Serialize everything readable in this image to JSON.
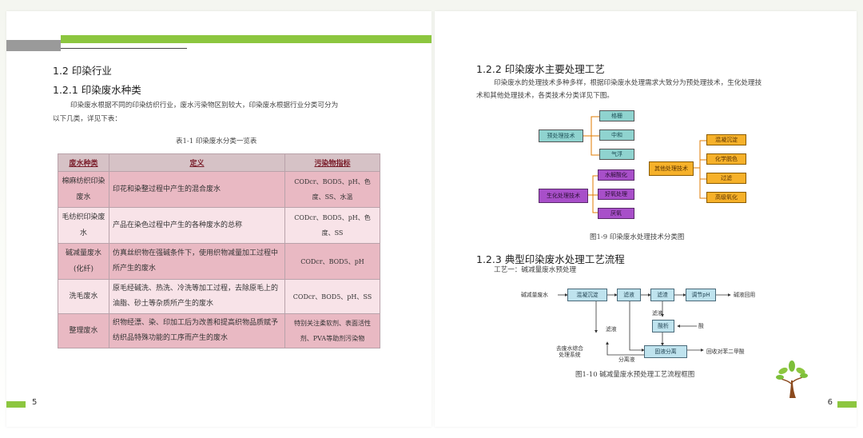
{
  "left_page": {
    "section_title": "1.2  印染行业",
    "subsection_title": "1.2.1  印染废水种类",
    "intro": [
      "印染废水根据不同的印染纺织行业，废水污染物区别较大，印染废水根据行业分类可分为",
      "以下几类，详见下表："
    ],
    "table_caption": "表1-1  印染废水分类一览表",
    "table": {
      "headers": [
        "废水种类",
        "定义",
        "污染物指标"
      ],
      "rows": [
        {
          "type": "棉麻纺织印染废水",
          "definition": "印花和染整过程中产生的混合废水",
          "pollutants": "CODcr、BOD5、pH、色度、SS、水温"
        },
        {
          "type": "毛纺织印染废水",
          "definition": "产品在染色过程中产生的各种废水的总称",
          "pollutants": "CODcr、BOD5、pH、色度、SS"
        },
        {
          "type": "碱减量废水(化纤)",
          "definition": "仿真丝织物在强碱条件下，使用织物减量加工过程中所产生的废水",
          "pollutants": "CODcr、BOD5、pH"
        },
        {
          "type": "洗毛废水",
          "definition": "原毛经碱洗、热洗、冷洗等加工过程，去除原毛上的油脂、砂土等杂质所产生的废水",
          "pollutants": "CODcr、BOD5、pH、SS"
        },
        {
          "type": "整理废水",
          "definition": "织物经漂、染、印加工后为改善和提高织物品质赋予纺织品特殊功能的工序而产生的废水",
          "pollutants": "特别关注柔软剂、表面活性剂、PVA等助剂污染物"
        }
      ]
    },
    "page_number": "5"
  },
  "right_page": {
    "section_title": "1.2.2  印染废水主要处理工艺",
    "intro": [
      "印染废水的处理技术多种多样，根据印染废水处理需求大致分为预处理技术，生化处理技",
      "术和其他处理技术，各类技术分类详见下图。"
    ],
    "fig9": {
      "pre": "预处理技术",
      "pre_items": [
        "格栅",
        "中和",
        "气浮"
      ],
      "bio": "生化处理技术",
      "bio_items": [
        "水解酸化",
        "好氧处理",
        "厌氧"
      ],
      "other": "其他处理技术",
      "other_items": [
        "混凝沉淀",
        "化学脱色",
        "过滤",
        "高级氧化"
      ],
      "caption": "图1-9  印染废水处理技术分类图"
    },
    "subsection_title": "1.2.3  典型印染废水处理工艺流程",
    "process_label": "工艺一：碱减量废水预处理",
    "fig10": {
      "inlet": "碱减量废水",
      "steps": [
        "混凝沉淀",
        "滤液",
        "滤渣",
        "调节pH"
      ],
      "outlet": "碱液回用",
      "acid_box": "酸析",
      "acid": "酸",
      "sludge1": "滤液",
      "sludge2": "滤液",
      "separation": "固液分离",
      "recovery": "回收对苯二甲酸",
      "sink": [
        "去废水综合",
        "处理系统"
      ],
      "sep_liquid": "分离液",
      "caption": "图1-10  碱减量废水预处理工艺流程框图"
    },
    "page_number": "6"
  }
}
